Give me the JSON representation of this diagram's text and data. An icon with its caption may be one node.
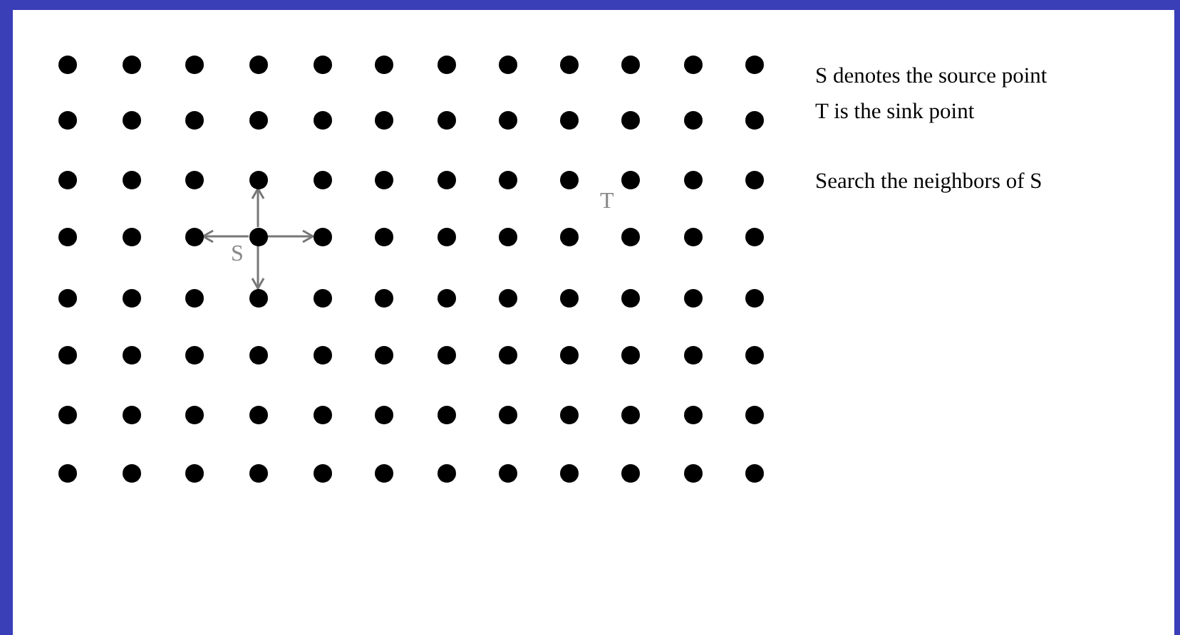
{
  "diagram": {
    "nodes": [
      {
        "text": [],
        "shape": "circle",
        "beside": [
          "S"
        ]
      },
      {
        "text": [],
        "shape": "circle"
      },
      {
        "text": [],
        "shape": "circle"
      },
      {
        "text": [],
        "shape": "circle"
      },
      {
        "text": [],
        "shape": "circle"
      }
    ],
    "edges": [
      {
        "from": 0,
        "to": 1,
        "arrow": "to"
      },
      {
        "from": 0,
        "to": 2,
        "arrow": "to"
      },
      {
        "from": 0,
        "to": 3,
        "arrow": "to"
      },
      {
        "from": 0,
        "to": 4,
        "arrow": "to"
      }
    ],
    "labels": [
      "S denotes the source point",
      "T is the sink point",
      "Search the neighbors of S",
      "T"
    ]
  }
}
